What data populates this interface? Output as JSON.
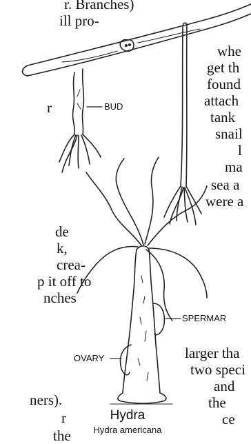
{
  "left_text": [
    "r. Branches)",
    "ill pro-",
    "r",
    "de",
    "k,",
    "crea-",
    "p it off to",
    "nches",
    "ners).",
    "r",
    "the"
  ],
  "right_text": [
    "whe",
    "get th",
    "found",
    "attach",
    "tank",
    "snail",
    "l",
    "ma",
    "sea a",
    "were a",
    "larger tha",
    "two speci",
    "and",
    "the",
    "ce"
  ],
  "labels": {
    "bud": "BUD",
    "spermary": "SPERMAR",
    "ovary": "OVARY"
  },
  "caption": {
    "common_name": "Hydra",
    "scientific_name": "Hydra americana"
  }
}
